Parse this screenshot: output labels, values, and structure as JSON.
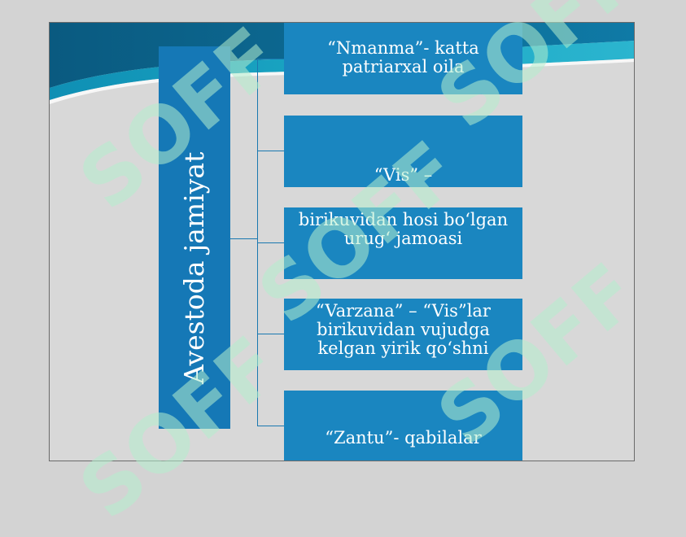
{
  "diagram": {
    "root_label": "Avestoda jamiyat",
    "branches": [
      {
        "text": "“Nmanma”- katta patriarxal oila"
      },
      {
        "text": "“Vis” –"
      },
      {
        "text": "birikuvidan hosi bo‘lgan urug‘ jamoasi"
      },
      {
        "text": "“Varzana” – “Vis”lar birikuvidan vujudga kelgan yirik qo‘shni"
      },
      {
        "text": "“Zantu”- qabilalar"
      }
    ]
  },
  "colors": {
    "box_fill": "#1a86c0",
    "root_fill": "#1578b6",
    "connector": "#1a78b0",
    "watermark": "#b4eecd"
  },
  "watermark_text": "SOFF"
}
